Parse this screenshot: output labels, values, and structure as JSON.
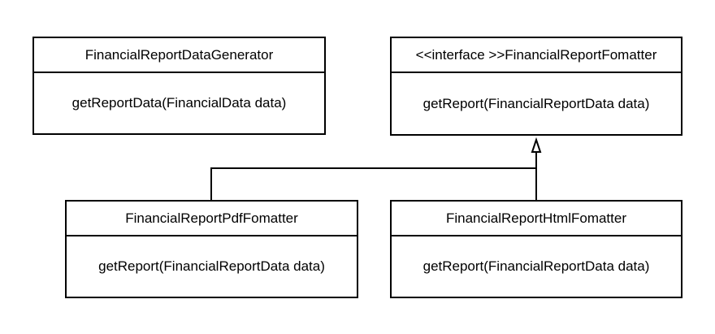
{
  "classes": {
    "generator": {
      "name": "FinancialReportDataGenerator",
      "method": "getReportData(FinancialData data)"
    },
    "interface": {
      "name": "<<interface >>FinancialReportFomatter",
      "method": "getReport(FinancialReportData data)"
    },
    "pdf": {
      "name": "FinancialReportPdfFomatter",
      "method": "getReport(FinancialReportData data)"
    },
    "html": {
      "name": "FinancialReportHtmlFomatter",
      "method": "getReport(FinancialReportData data)"
    }
  },
  "relationships": [
    {
      "from": "pdf",
      "to": "interface",
      "type": "realization"
    },
    {
      "from": "html",
      "to": "interface",
      "type": "realization"
    }
  ],
  "colors": {
    "stroke": "#000000",
    "fill": "#ffffff",
    "text": "#000000"
  }
}
